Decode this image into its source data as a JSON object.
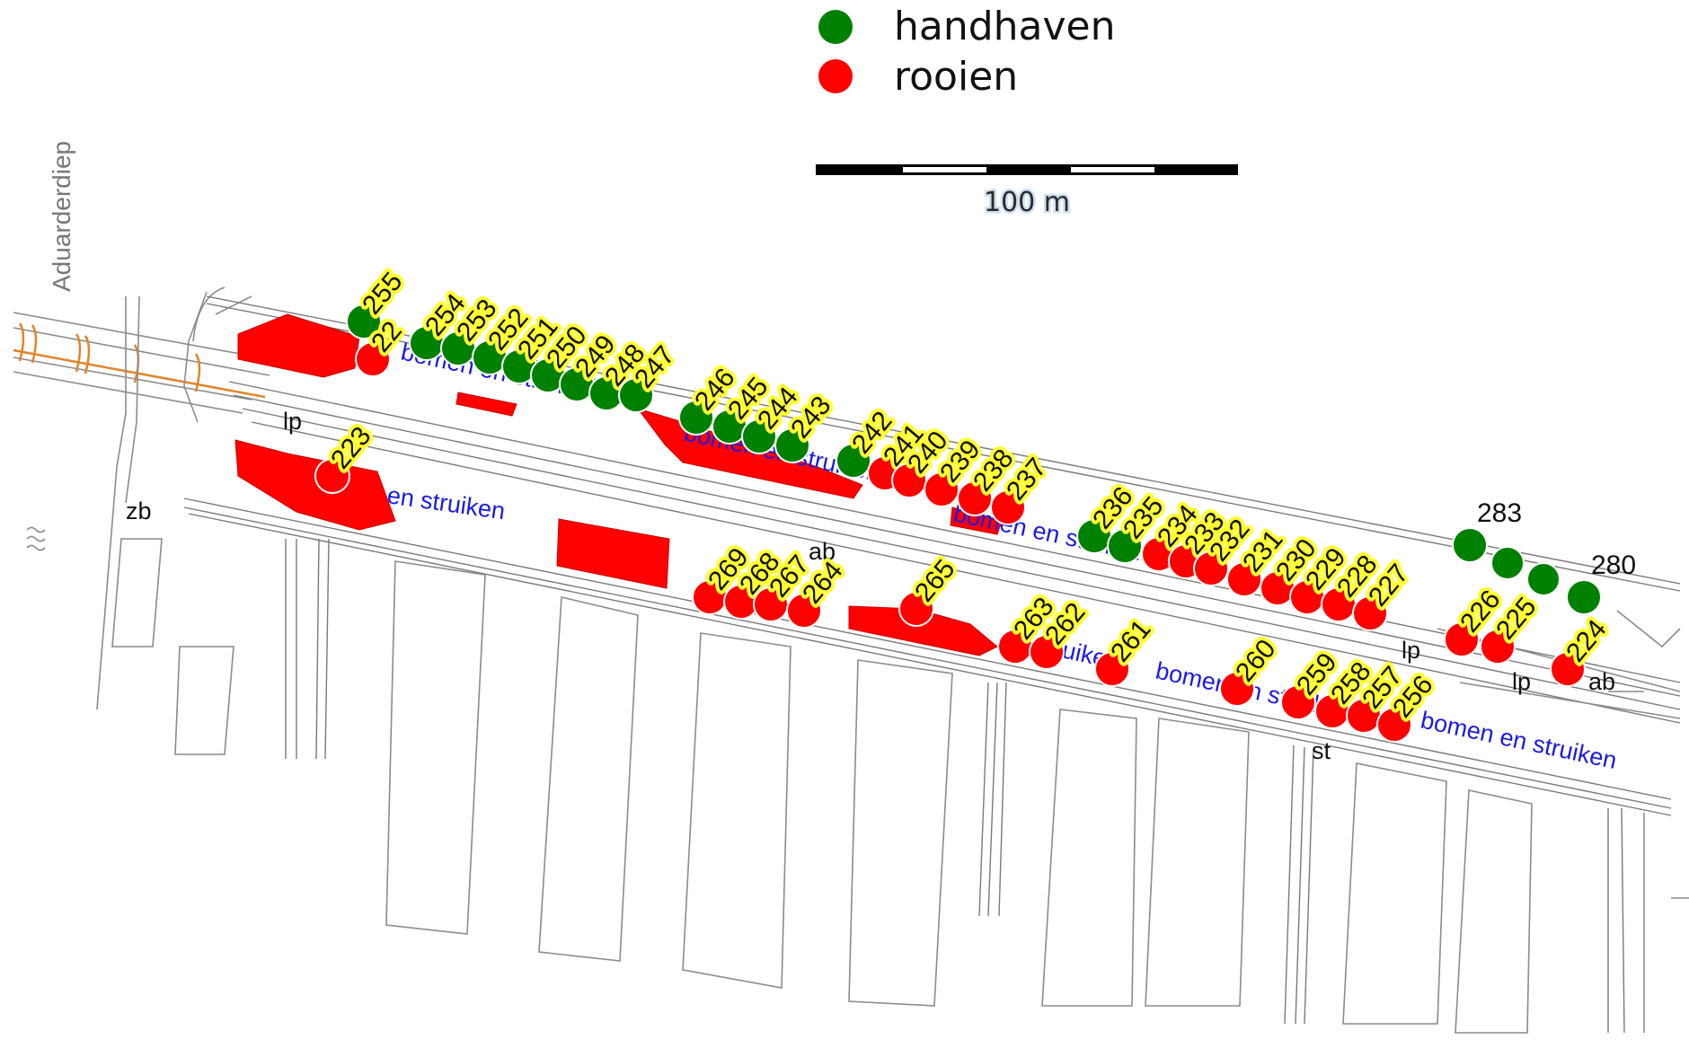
{
  "legend": {
    "items": [
      {
        "label": "handhaven",
        "color": "#008000"
      },
      {
        "label": "rooien",
        "color": "#ff0000"
      }
    ]
  },
  "scalebar": {
    "label": "100 m"
  },
  "labels": {
    "waterway": "Aduarderdiep",
    "veg_1": "bomen en struiken",
    "veg_2": "en struiken",
    "veg_3": "bomen en struiken",
    "veg_4": "bomen en struiken",
    "veg_5": "en struiken",
    "veg_6": "bomen en struiken",
    "veg_7": "bomen en struiken",
    "abbr": {
      "lp_1": "lp",
      "zb": "zb",
      "ab_1": "ab",
      "lp_2": "lp",
      "lp_3": "lp",
      "ab_2": "ab",
      "st": "st"
    }
  },
  "colors": {
    "handhaven": "#008000",
    "rooien": "#ff0000",
    "label_bg": "#ffff33",
    "vegetation_text": "#1a1ae6",
    "patch": "#ff0000"
  },
  "trees": [
    {
      "id": "255",
      "status": "handhaven"
    },
    {
      "id": "22",
      "status": "rooien"
    },
    {
      "id": "254",
      "status": "handhaven"
    },
    {
      "id": "253",
      "status": "handhaven"
    },
    {
      "id": "252",
      "status": "handhaven"
    },
    {
      "id": "251",
      "status": "handhaven"
    },
    {
      "id": "250",
      "status": "handhaven"
    },
    {
      "id": "249",
      "status": "handhaven"
    },
    {
      "id": "248",
      "status": "handhaven"
    },
    {
      "id": "247",
      "status": "handhaven"
    },
    {
      "id": "246",
      "status": "handhaven"
    },
    {
      "id": "245",
      "status": "handhaven"
    },
    {
      "id": "244",
      "status": "handhaven"
    },
    {
      "id": "243",
      "status": "handhaven"
    },
    {
      "id": "242",
      "status": "handhaven"
    },
    {
      "id": "241",
      "status": "rooien"
    },
    {
      "id": "240",
      "status": "rooien"
    },
    {
      "id": "239",
      "status": "rooien"
    },
    {
      "id": "238",
      "status": "rooien"
    },
    {
      "id": "237",
      "status": "rooien"
    },
    {
      "id": "223",
      "status": "rooien"
    },
    {
      "id": "236",
      "status": "handhaven"
    },
    {
      "id": "235",
      "status": "handhaven"
    },
    {
      "id": "234",
      "status": "rooien"
    },
    {
      "id": "233",
      "status": "rooien"
    },
    {
      "id": "232",
      "status": "rooien"
    },
    {
      "id": "231",
      "status": "rooien"
    },
    {
      "id": "230",
      "status": "rooien"
    },
    {
      "id": "229",
      "status": "rooien"
    },
    {
      "id": "228",
      "status": "rooien"
    },
    {
      "id": "227",
      "status": "rooien"
    },
    {
      "id": "283",
      "status": "handhaven"
    },
    {
      "id": "280",
      "status": "handhaven"
    },
    {
      "id": "226",
      "status": "rooien"
    },
    {
      "id": "225",
      "status": "rooien"
    },
    {
      "id": "224",
      "status": "rooien"
    },
    {
      "id": "269",
      "status": "rooien"
    },
    {
      "id": "268",
      "status": "rooien"
    },
    {
      "id": "267",
      "status": "rooien"
    },
    {
      "id": "264",
      "status": "rooien"
    },
    {
      "id": "265",
      "status": "rooien"
    },
    {
      "id": "263",
      "status": "rooien"
    },
    {
      "id": "262",
      "status": "rooien"
    },
    {
      "id": "261",
      "status": "rooien"
    },
    {
      "id": "260",
      "status": "rooien"
    },
    {
      "id": "259",
      "status": "rooien"
    },
    {
      "id": "258",
      "status": "rooien"
    },
    {
      "id": "257",
      "status": "rooien"
    },
    {
      "id": "256",
      "status": "rooien"
    }
  ]
}
